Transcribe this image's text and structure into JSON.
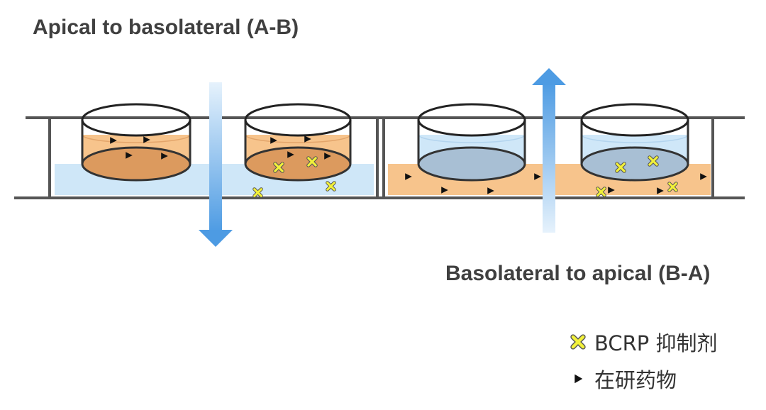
{
  "titles": {
    "apical_to_basolateral": "Apical to basolateral (A-B)",
    "basolateral_to_apical": "Basolateral to apical (B-A)"
  },
  "legend": {
    "inhibitor_label": "BCRP 抑制剂",
    "drug_label": "在研药物"
  },
  "colors": {
    "drug_fill_orange": "#f7c48c",
    "insert_bottom_orange": "#dc9a5e",
    "buffer_blue": "#cfe7f8",
    "insert_bottom_blue": "#a8bfd4",
    "arrow_blue": "#5aa6e6",
    "inhibitor_yellow": "#f2f13a",
    "outline_gray": "#555555"
  },
  "icons": {
    "inhibitor": "yellow-x-marker-icon",
    "drug": "black-triangle-marker-icon"
  }
}
